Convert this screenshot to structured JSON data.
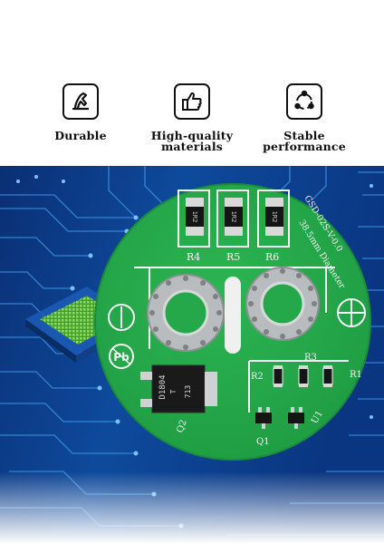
{
  "features": [
    {
      "icon": "hand-tool-icon",
      "label_lines": [
        "Durable"
      ]
    },
    {
      "icon": "thumbs-up-icon",
      "label_lines": [
        "High-quality",
        "materials"
      ]
    },
    {
      "icon": "cycle-arrows-icon",
      "label_lines": [
        "Stable",
        "performance"
      ]
    }
  ],
  "board": {
    "silkscreen_title": "GSD-02S-V-0.0",
    "diameter_text": "38.5mm Diameter",
    "resistor_labels": [
      "R4",
      "R5",
      "R6"
    ],
    "resistor_markings": [
      "1R2",
      "1R2",
      "1R2"
    ],
    "small_labels": {
      "r2": "R2",
      "r3": "R3",
      "r1": "R1",
      "q1": "Q1",
      "q2": "Q2",
      "u1": "U1"
    },
    "pb_mark": "Pb",
    "chip_marking_1": "D1804",
    "chip_marking_2": "T",
    "chip_marking_3": "713"
  },
  "colors": {
    "pcb_green": "#25a84a",
    "circuit_blue": "#0c3f8f",
    "silkscreen": "#f4f4f4"
  }
}
